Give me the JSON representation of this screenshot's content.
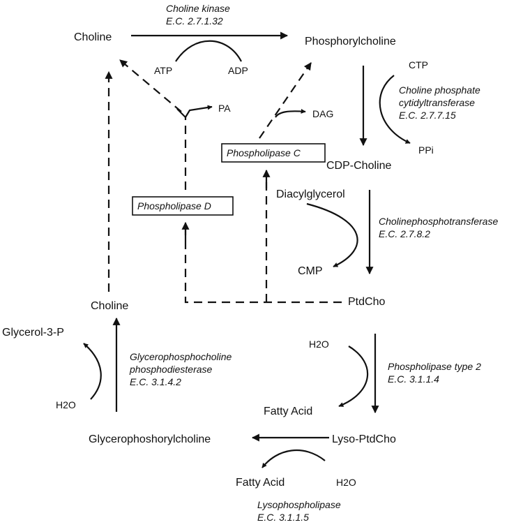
{
  "compounds": {
    "choline_top": "Choline",
    "phosphorylcholine": "Phosphorylcholine",
    "atp": "ATP",
    "adp": "ADP",
    "ctp": "CTP",
    "pa": "PA",
    "dag": "DAG",
    "ppi": "PPi",
    "cdp_choline": "CDP-Choline",
    "diacylglycerol": "Diacylglycerol",
    "cmp": "CMP",
    "ptdcho": "PtdCho",
    "choline_left": "Choline",
    "glycerol_3_p": "Glycerol-3-P",
    "h2o_left": "H2O",
    "h2o_mid": "H2O",
    "fatty_acid_mid": "Fatty Acid",
    "glycerophosphorylcholine": "Glycerophoshorylcholine",
    "lyso_ptdcho": "Lyso-PtdCho",
    "fatty_acid_bottom": "Fatty Acid",
    "h2o_bottom": "H2O"
  },
  "enzymes": {
    "choline_kinase": {
      "name": "Choline kinase",
      "ec": "E.C. 2.7.1.32"
    },
    "cytidyltransferase": {
      "name_line1": "Choline phosphate",
      "name_line2": "cytidyltransferase",
      "ec": "E.C. 2.7.7.15"
    },
    "cholinephosphotransferase": {
      "name": "Cholinephosphotransferase",
      "ec": "E.C. 2.7.8.2"
    },
    "phospholipase_a2": {
      "name": "Phospholipase type 2",
      "ec": "E.C. 3.1.1.4"
    },
    "gpc_phosphodiesterase": {
      "name_line1": "Glycerophosphocholine",
      "name_line2": "phosphodiesterase",
      "ec": "E.C. 3.1.4.2"
    },
    "lysophospholipase": {
      "name": "Lysophospholipase",
      "ec": "E.C. 3.1.1.5"
    },
    "phospholipase_c": "Phospholipase C",
    "phospholipase_d": "Phospholipase D"
  }
}
